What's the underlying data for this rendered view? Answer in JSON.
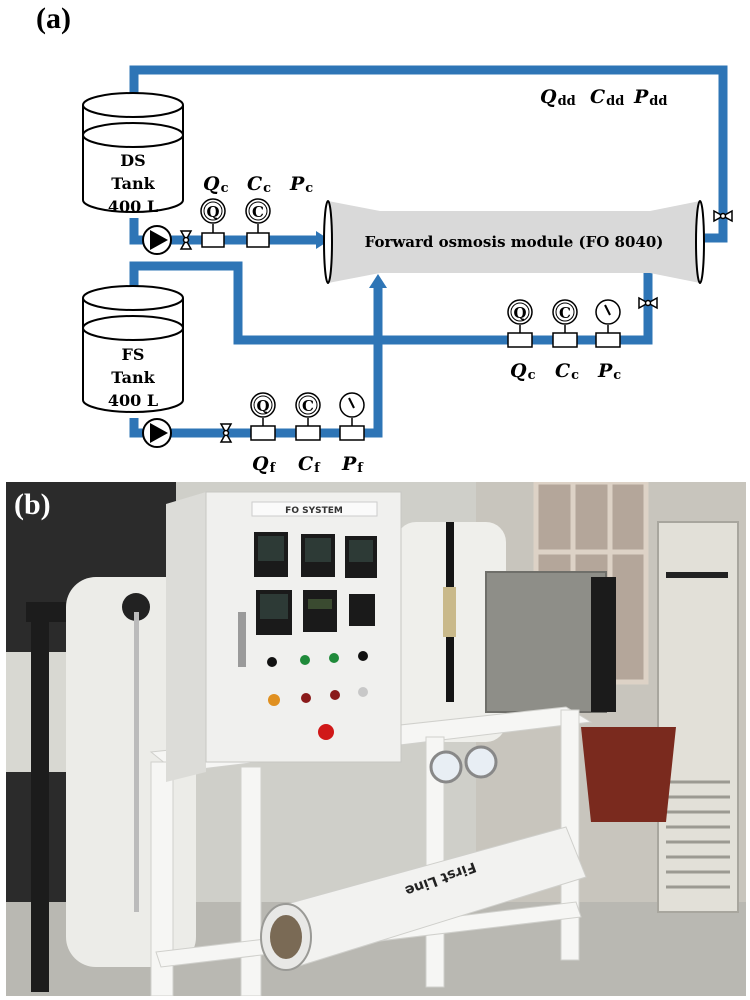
{
  "figure": {
    "panel_a_label": "(a)",
    "panel_b_label": "(b)"
  },
  "diagram": {
    "pipe_color": "#2e75b6",
    "module_fill": "#d9d9d9",
    "module_label": "Forward osmosis module (FO 8040)",
    "ds_tank": {
      "line1": "DS",
      "line2": "Tank",
      "line3": "400 L"
    },
    "fs_tank": {
      "line1": "FS",
      "line2": "Tank",
      "line3": "400 L"
    },
    "ds_inlet_sensors": [
      {
        "symbol": "Q",
        "var": "Q",
        "sub": "c"
      },
      {
        "symbol": "C",
        "var": "C",
        "sub": "c"
      },
      {
        "symbol": "",
        "var": "P",
        "sub": "c"
      }
    ],
    "ds_outlet_labels": [
      {
        "var": "Q",
        "sub": "dd"
      },
      {
        "var": "C",
        "sub": "dd"
      },
      {
        "var": "P",
        "sub": "dd"
      }
    ],
    "fs_inlet_sensors": [
      {
        "symbol": "Q",
        "var": "Q",
        "sub": "f"
      },
      {
        "symbol": "C",
        "var": "C",
        "sub": "f"
      },
      {
        "symbol": "gauge",
        "var": "P",
        "sub": "f"
      }
    ],
    "fs_outlet_sensors": [
      {
        "symbol": "Q",
        "var": "Q",
        "sub": "c"
      },
      {
        "symbol": "C",
        "var": "C",
        "sub": "c"
      },
      {
        "symbol": "gauge",
        "var": "P",
        "sub": "c"
      }
    ]
  },
  "photo": {
    "control_panel_title": "FO SYSTEM",
    "membrane_housing_brand": "First Line"
  }
}
